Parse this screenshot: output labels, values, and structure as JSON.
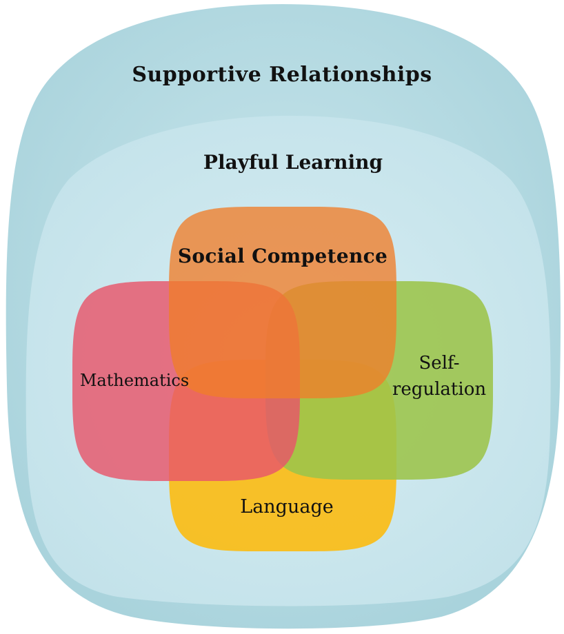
{
  "diagram": {
    "outer_ring_label": "Supportive Relationships",
    "inner_ring_label": "Playful Learning",
    "domains": {
      "social": "Social Competence",
      "math": "Mathematics",
      "self_line1": "Self-",
      "self_line2": "regulation",
      "language": "Language"
    }
  },
  "colors": {
    "outer_ring": "#b9dde4",
    "inner_ring": "#cce7ee",
    "social": "#f07d2a",
    "math": "#e8566a",
    "self_regulation": "#9cc44a",
    "language": "#f9be1c"
  }
}
